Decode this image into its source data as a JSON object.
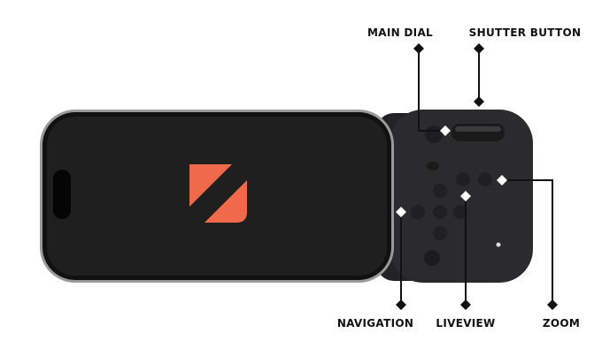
{
  "labels": {
    "main_dial": "MAIN DIAL",
    "shutter_button": "SHUTTER BUTTON",
    "navigation": "NAVIGATION",
    "liveview": "LIVEVIEW",
    "zoom": "ZOOM"
  },
  "colors": {
    "logo": "#f0694a",
    "controller": "#2b2b2e",
    "screen": "#1f1f1f",
    "callout": "#111111"
  }
}
